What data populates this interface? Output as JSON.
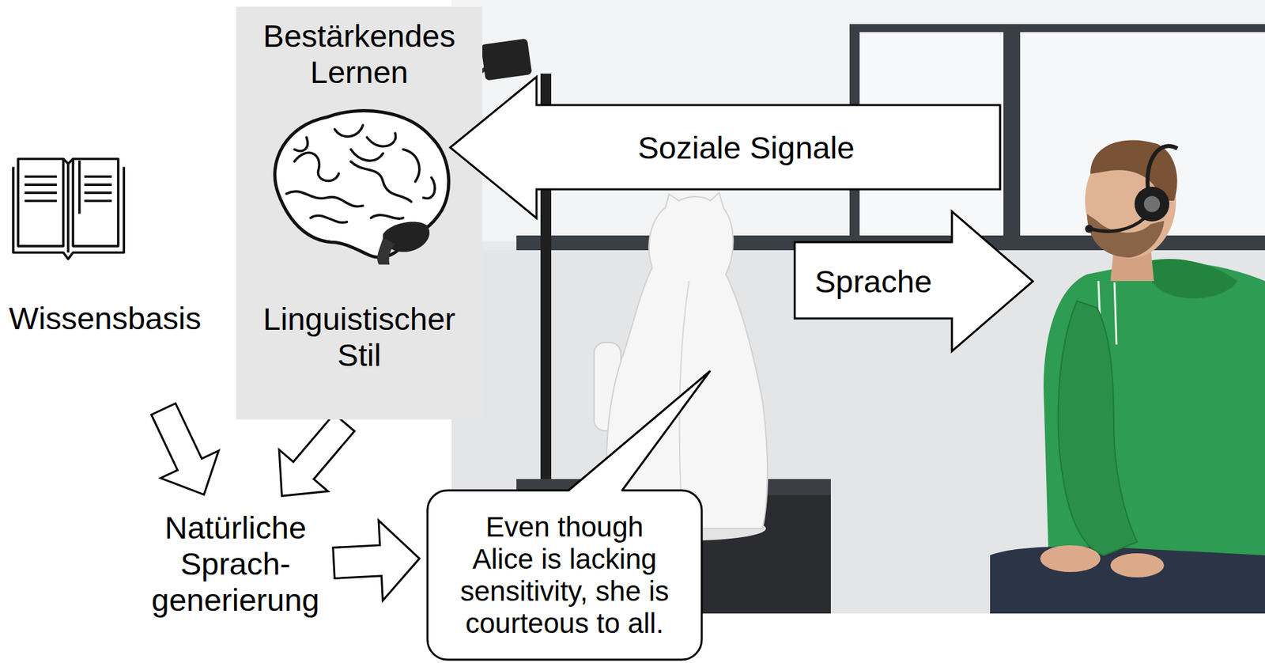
{
  "diagram": {
    "nodes": [
      {
        "text": [
          "Wissensbasis"
        ]
      },
      {
        "text": [
          "Bestärkendes Lernen",
          "Linguistischer Stil"
        ]
      },
      {
        "text": [
          "Natürliche Sprach- generierung"
        ]
      },
      {
        "text": [
          "Even though Alice is lacking sensitivity, she is courteous to all."
        ]
      },
      {
        "text": [
          "Soziale Signale"
        ]
      },
      {
        "text": [
          "Sprache"
        ]
      }
    ],
    "edges": [
      {
        "from": 0,
        "to": 2,
        "arrow": "to"
      },
      {
        "from": 1,
        "to": 2,
        "arrow": "to"
      },
      {
        "from": 2,
        "to": 3,
        "arrow": "to"
      }
    ]
  }
}
